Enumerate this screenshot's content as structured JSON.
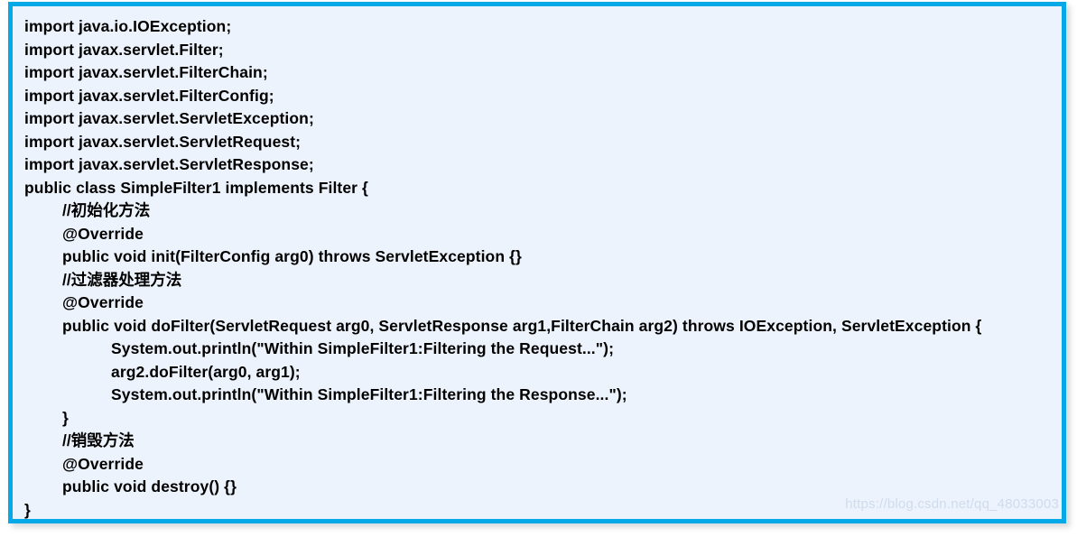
{
  "card": {
    "border_color": "#05a9e8",
    "background_color": "#edf3fc",
    "text_color": "#000000"
  },
  "code": {
    "language": "java",
    "lines": [
      {
        "indent": 0,
        "text": "import java.io.IOException;",
        "cjk": false
      },
      {
        "indent": 0,
        "text": "import javax.servlet.Filter;",
        "cjk": false
      },
      {
        "indent": 0,
        "text": "import javax.servlet.FilterChain;",
        "cjk": false
      },
      {
        "indent": 0,
        "text": "import javax.servlet.FilterConfig;",
        "cjk": false
      },
      {
        "indent": 0,
        "text": "import javax.servlet.ServletException;",
        "cjk": false
      },
      {
        "indent": 0,
        "text": "import javax.servlet.ServletRequest;",
        "cjk": false
      },
      {
        "indent": 0,
        "text": "import javax.servlet.ServletResponse;",
        "cjk": false
      },
      {
        "indent": 0,
        "text": "public class SimpleFilter1 implements Filter {",
        "cjk": false
      },
      {
        "indent": 1,
        "text": "//初始化方法",
        "cjk": true
      },
      {
        "indent": 1,
        "text": "@Override",
        "cjk": false
      },
      {
        "indent": 1,
        "text": "public void init(FilterConfig arg0) throws ServletException {}",
        "cjk": false
      },
      {
        "indent": 1,
        "text": "//过滤器处理方法",
        "cjk": true
      },
      {
        "indent": 1,
        "text": "@Override",
        "cjk": false
      },
      {
        "indent": 1,
        "text": "public void doFilter(ServletRequest arg0, ServletResponse arg1,FilterChain arg2) throws IOException, ServletException {",
        "cjk": false
      },
      {
        "indent": 2,
        "text": "System.out.println(\"Within SimpleFilter1:Filtering the Request...\");",
        "cjk": false
      },
      {
        "indent": 2,
        "text": "arg2.doFilter(arg0, arg1);",
        "cjk": false
      },
      {
        "indent": 2,
        "text": "System.out.println(\"Within SimpleFilter1:Filtering the Response...\");",
        "cjk": false
      },
      {
        "indent": 1,
        "text": "}",
        "cjk": false
      },
      {
        "indent": 1,
        "text": "//销毁方法",
        "cjk": true
      },
      {
        "indent": 1,
        "text": "@Override",
        "cjk": false
      },
      {
        "indent": 1,
        "text": "public void destroy() {}",
        "cjk": false
      },
      {
        "indent": 0,
        "text": "}",
        "cjk": false
      }
    ]
  },
  "watermark": {
    "text": "https://blog.csdn.net/qq_48033003"
  }
}
